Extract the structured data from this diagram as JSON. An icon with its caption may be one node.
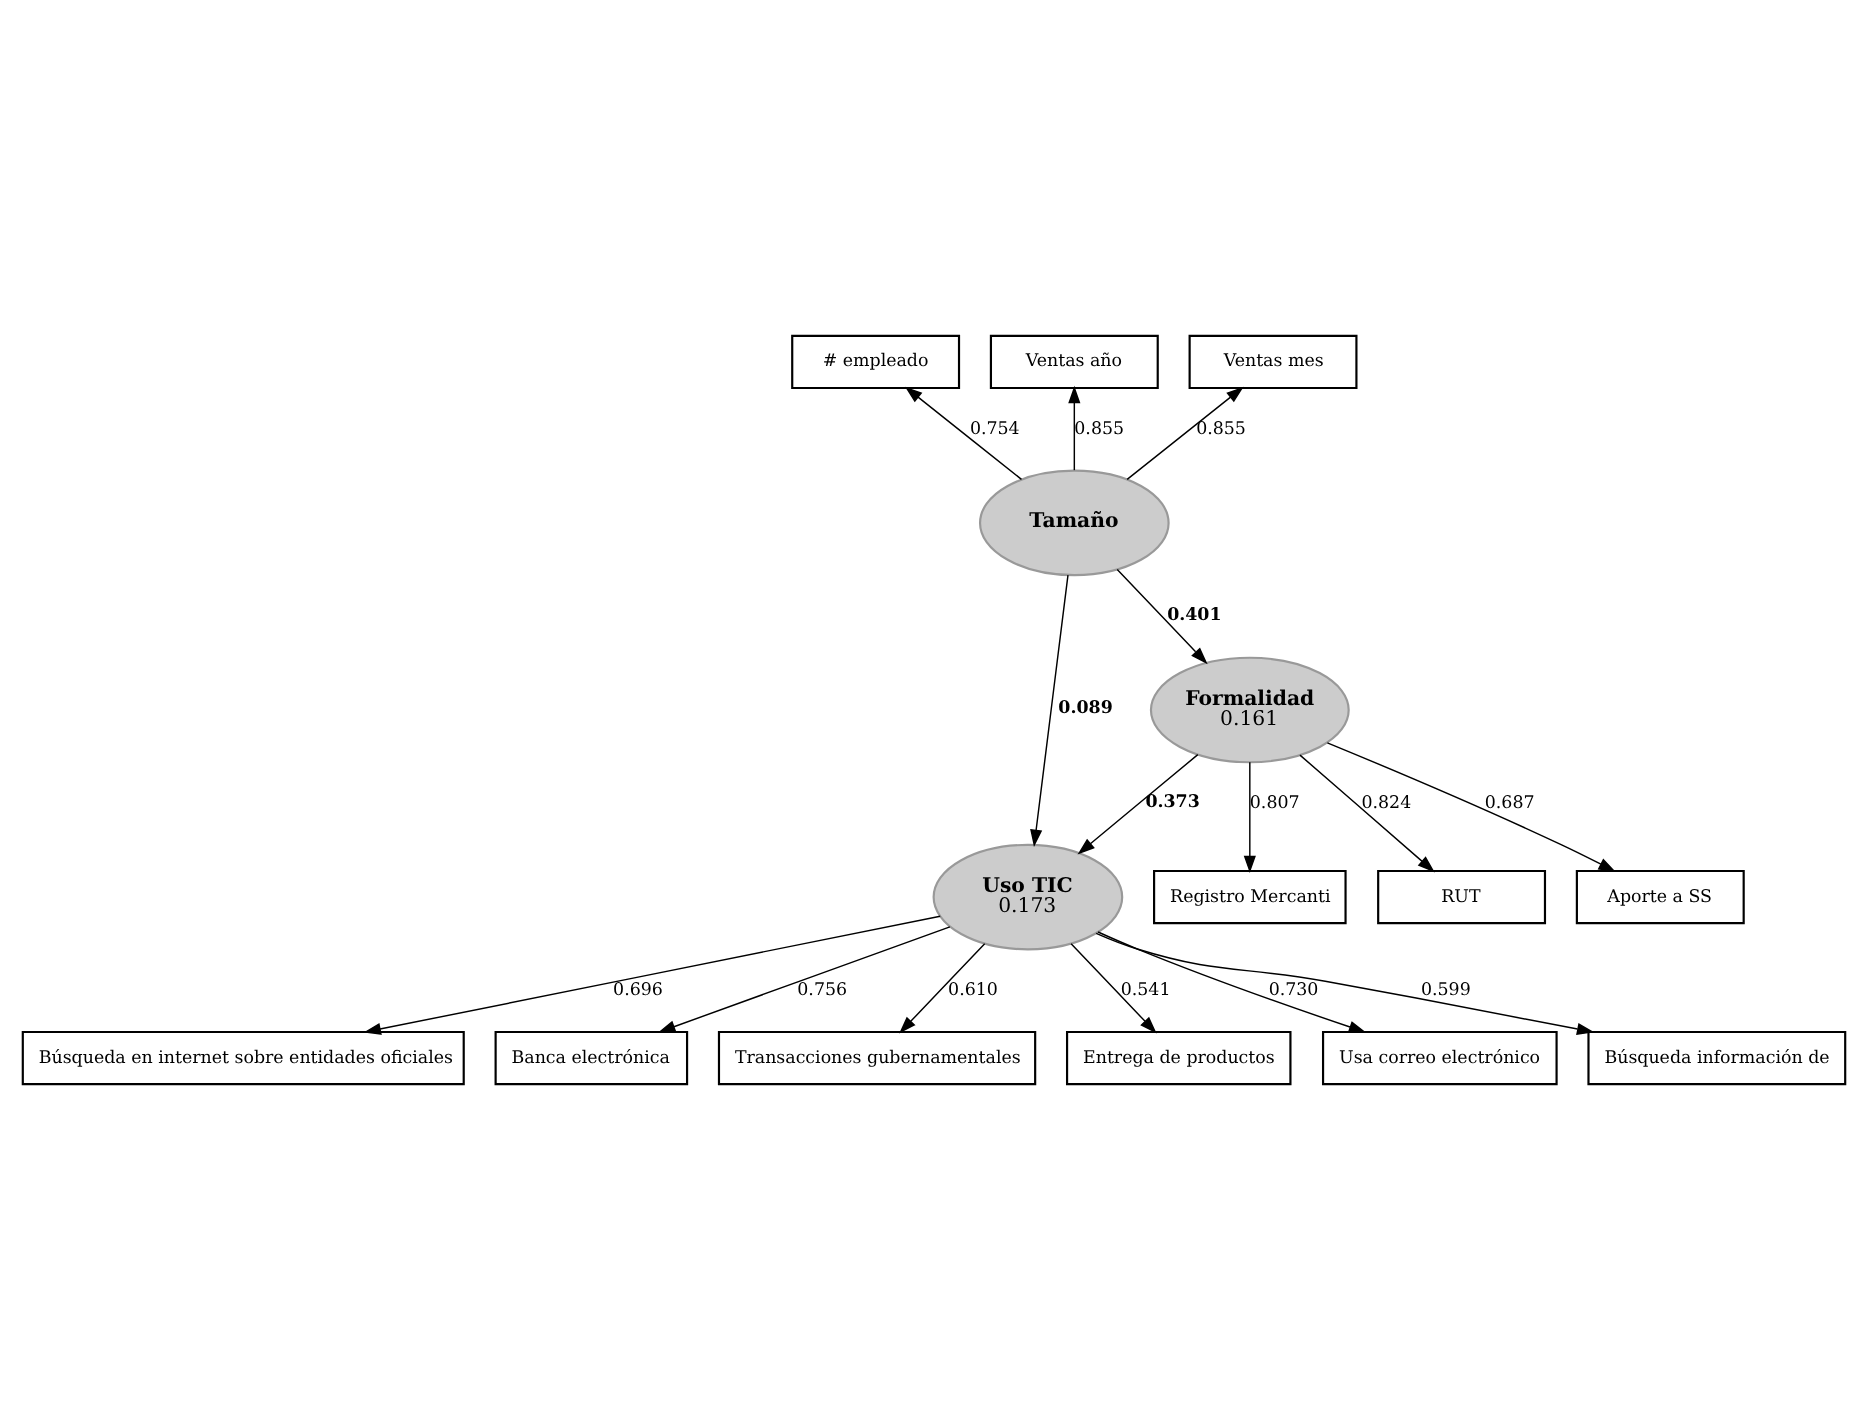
{
  "diagram": {
    "nodes": [
      {
        "text": [
          "# empleado"
        ]
      },
      {
        "text": [
          "Ventas año"
        ]
      },
      {
        "text": [
          "Ventas mes"
        ]
      },
      {
        "text": [
          "Tamaño"
        ]
      },
      {
        "text": [
          "Uso TIC",
          "0.173"
        ]
      },
      {
        "text": [
          "Formalidad",
          "0.161"
        ]
      },
      {
        "text": [
          "Búsqueda en internet sobre entidades oficiales"
        ]
      },
      {
        "text": [
          "Banca electrónica"
        ]
      },
      {
        "text": [
          "Transacciones gubernamentales"
        ]
      },
      {
        "text": [
          "Entrega de productos"
        ]
      },
      {
        "text": [
          "Usa correo electrónico"
        ]
      },
      {
        "text": [
          "Búsqueda información de"
        ]
      },
      {
        "text": [
          "Registro Mercanti"
        ]
      },
      {
        "text": [
          "RUT"
        ]
      },
      {
        "text": [
          "Aporte a SS"
        ]
      }
    ],
    "edges": [
      {
        "from": 3,
        "to": 0,
        "arrow": "to",
        "label": "0.754"
      },
      {
        "from": 3,
        "to": 1,
        "arrow": "to",
        "label": "0.855"
      },
      {
        "from": 3,
        "to": 2,
        "arrow": "to",
        "label": "0.855"
      },
      {
        "from": 3,
        "to": 4,
        "arrow": "to",
        "label": "0.089"
      },
      {
        "from": 3,
        "to": 5,
        "arrow": "to",
        "label": "0.401"
      },
      {
        "from": 5,
        "to": 4,
        "arrow": "to",
        "label": "0.373"
      },
      {
        "from": 4,
        "to": 6,
        "arrow": "to",
        "label": "0.696"
      },
      {
        "from": 4,
        "to": 7,
        "arrow": "to",
        "label": "0.756"
      },
      {
        "from": 4,
        "to": 8,
        "arrow": "to",
        "label": "0.610"
      },
      {
        "from": 4,
        "to": 9,
        "arrow": "to",
        "label": "0.541"
      },
      {
        "from": 4,
        "to": 10,
        "arrow": "to",
        "label": "0.730"
      },
      {
        "from": 4,
        "to": 11,
        "arrow": "to",
        "label": "0.599"
      },
      {
        "from": 5,
        "to": 12,
        "arrow": "to",
        "label": "0.807"
      },
      {
        "from": 5,
        "to": 13,
        "arrow": "to",
        "label": "0.824"
      },
      {
        "from": 5,
        "to": 14,
        "arrow": "to",
        "label": "0.687"
      }
    ]
  }
}
